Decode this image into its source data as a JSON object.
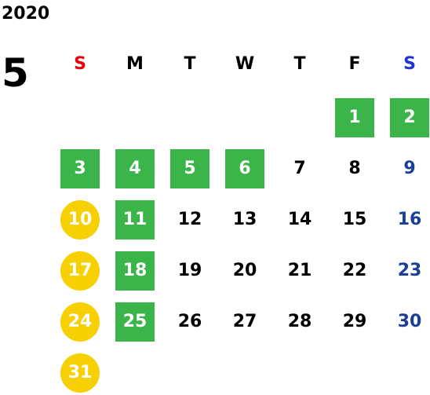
{
  "calendar": {
    "year": "2020",
    "month": "5",
    "weekdays": [
      "S",
      "M",
      "T",
      "W",
      "T",
      "F",
      "S"
    ],
    "weekday_colors": [
      "#e8000d",
      "#000000",
      "#000000",
      "#000000",
      "#000000",
      "#000000",
      "#1f35d6"
    ],
    "first_weekday_index": 5,
    "days_in_month": 31,
    "green_days": [
      1,
      2,
      3,
      4,
      5,
      6,
      11,
      18,
      25
    ],
    "yellow_days": [
      10,
      17,
      24,
      31
    ],
    "colors": {
      "green": "#3bb54a",
      "yellow": "#f6d000",
      "saturday_text": "#1a3f96"
    }
  }
}
